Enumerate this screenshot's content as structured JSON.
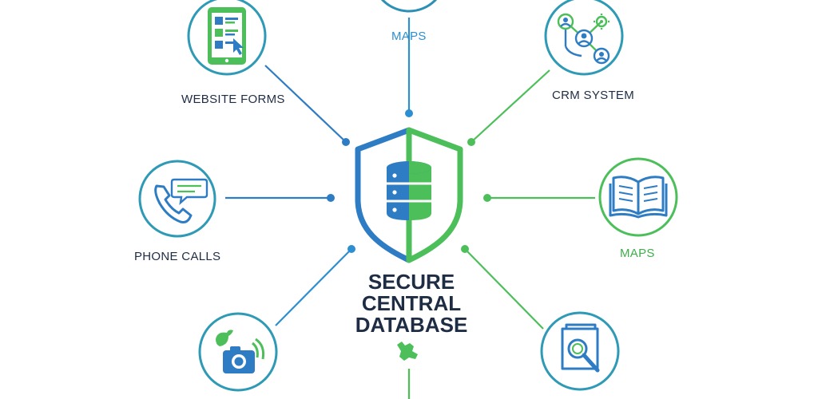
{
  "hub": {
    "title_lines": [
      "SECURE",
      "CENTRAL",
      "DATABASE"
    ]
  },
  "nodes": {
    "top": {
      "label": "MAPS",
      "icon": "map-icon"
    },
    "website_forms": {
      "label": "WEBSITE FORMS",
      "icon": "tablet-form-icon"
    },
    "crm_system": {
      "label": "CRM SYSTEM",
      "icon": "people-network-icon"
    },
    "phone_calls": {
      "label": "PHONE CALLS",
      "icon": "phone-chat-icon"
    },
    "maps_right": {
      "label": "MAPS",
      "icon": "open-book-icon"
    },
    "social": {
      "icon": "social-camera-icon"
    },
    "research": {
      "icon": "book-search-icon"
    },
    "bottom": {
      "icon": "map-pin-region-icon"
    }
  },
  "colors": {
    "blue": "#2d7cc4",
    "green": "#4cbf5a",
    "dark": "#1f2d44",
    "teal": "#2e9ab5"
  }
}
